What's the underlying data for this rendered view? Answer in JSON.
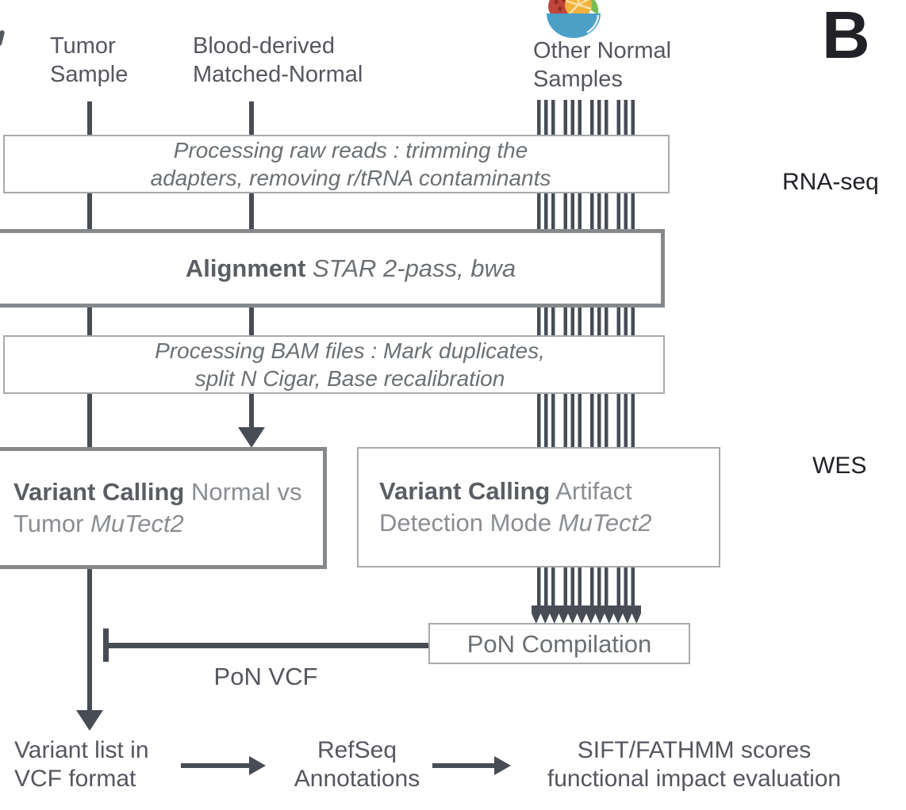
{
  "panel": {
    "label": "B"
  },
  "headers": {
    "tumor": "Tumor\nSample",
    "blood": "Blood-derived\nMatched-Normal",
    "other": "Other Normal\nSamples"
  },
  "side_labels": {
    "rna_seq": "RNA-seq",
    "wes": "WES"
  },
  "boxes": {
    "raw_reads": "Processing raw reads : trimming the\nadapters, removing r/tRNA contaminants",
    "alignment": {
      "bold": "Alignment",
      "italic": "STAR 2-pass, bwa"
    },
    "bam": "Processing BAM files : Mark duplicates,\nsplit N Cigar, Base recalibration",
    "vc_tumor": {
      "bold": "Variant Calling",
      "regular": "Normal vs Tumor",
      "italic": "MuTect2"
    },
    "vc_artifact": {
      "bold": "Variant Calling",
      "regular": "Artifact Detection Mode",
      "italic": "MuTect2"
    },
    "pon": "PoN Compilation"
  },
  "connectors": {
    "pon_vcf": "PoN VCF"
  },
  "outputs": {
    "variant_list": "Variant list in\nVCF format",
    "refseq": "RefSeq\nAnnotations",
    "sift": "SIFT/FATHMM scores\nfunctional impact evaluation"
  },
  "icon": {
    "name": "fruit-bowl-icon"
  },
  "colors": {
    "line": "#474C55",
    "border_light": "#A7AAAC",
    "border_heavy": "#85898B",
    "ink_dark": "#202227",
    "ink_heading": "#54575E",
    "ink_box": "#6B7074",
    "ink_bold": "#5A5E63",
    "ink_muted": "#8A8E92",
    "bowl_blue": "#4BA0C8",
    "melon_red": "#C2453C",
    "melon_seed": "#8E2F27",
    "citrus_orange": "#F2B13D",
    "leaf_green": "#76BC52"
  }
}
